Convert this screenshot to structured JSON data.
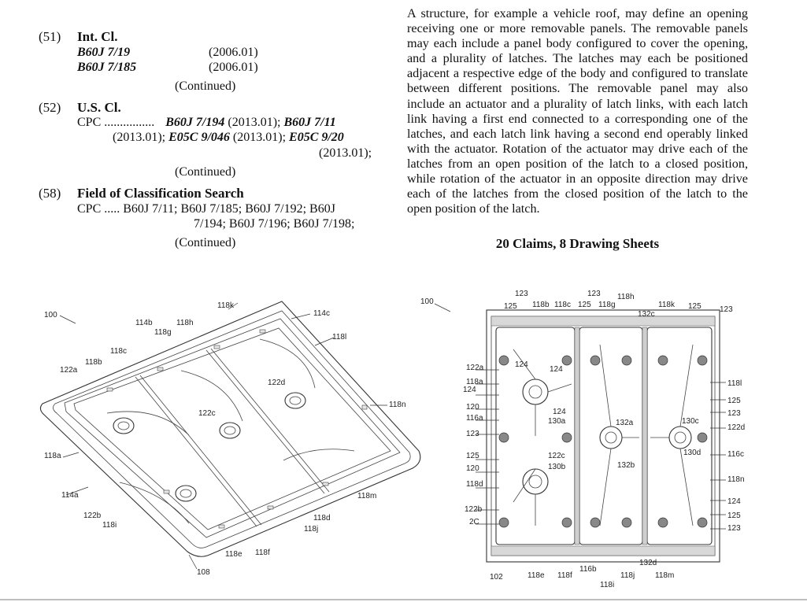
{
  "left_column": {
    "int_cl": {
      "number": "(51)",
      "heading": "Int. Cl.",
      "rows": [
        {
          "code": "B60J 7/19",
          "date": "(2006.01)"
        },
        {
          "code": "B60J 7/185",
          "date": "(2006.01)"
        }
      ],
      "continued": "(Continued)"
    },
    "us_cl": {
      "number": "(52)",
      "heading": "U.S. Cl.",
      "cpc_label": "CPC ................",
      "line1_code1": "B60J 7/194",
      "line1_date1": " (2013.01); ",
      "line1_code2": "B60J 7/11",
      "line2_date0": "(2013.01); ",
      "line2_code1": "E05C 9/046",
      "line2_date1": " (2013.01); ",
      "line2_code2": "E05C 9/20",
      "line3": "(2013.01);",
      "continued": "(Continued)"
    },
    "field_search": {
      "number": "(58)",
      "heading": "Field of Classification Search",
      "line1": "CPC ..... B60J 7/11; B60J 7/185; B60J 7/192; B60J",
      "line2": "7/194; B60J 7/196; B60J 7/198;",
      "continued": "(Continued)"
    }
  },
  "abstract": {
    "text": "A structure, for example a vehicle roof, may define an opening receiving one or more removable panels. The removable panels may each include a panel body configured to cover the opening, and a plurality of latches. The latches may each be positioned adjacent a respective edge of the body and configured to translate between different positions. The removable panel may also include an actuator and a plurality of latch links, with each latch link having a first end connected to a corresponding one of the latches, and each latch link having a second end operably linked with the actuator. Rotation of the actuator may drive each of the latches from an open position of the latch to a closed position, while rotation of the actuator in an opposite direction may drive each of the latches from the closed position of the latch to the open position of the latch.",
    "claims_line": "20 Claims, 8 Drawing Sheets"
  },
  "figure_left": {
    "ref": "100",
    "labels": [
      "118k",
      "114c",
      "114b",
      "118h",
      "118g",
      "118l",
      "118c",
      "118b",
      "122a",
      "122d",
      "118n",
      "122c",
      "118a",
      "114a",
      "118m",
      "122b",
      "118d",
      "118j",
      "118i",
      "118e",
      "118f",
      "108"
    ]
  },
  "figure_right": {
    "ref": "100",
    "labels": [
      "123",
      "125",
      "118b",
      "118c",
      "123",
      "125",
      "118g",
      "118h",
      "132c",
      "118k",
      "125",
      "123",
      "122a",
      "118a",
      "124",
      "124",
      "124",
      "118l",
      "120",
      "124",
      "130a",
      "125",
      "116a",
      "123",
      "132a",
      "130c",
      "122d",
      "123",
      "130d",
      "116c",
      "125",
      "122c",
      "132b",
      "120",
      "130b",
      "118d",
      "118n",
      "122b",
      "124",
      "2C",
      "125",
      "123",
      "102",
      "118e",
      "118f",
      "116b",
      "132d",
      "118j",
      "118i",
      "118m"
    ]
  }
}
